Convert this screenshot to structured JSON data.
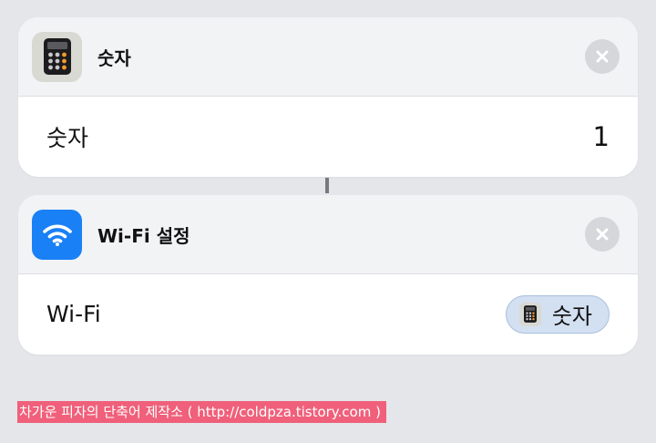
{
  "actions": [
    {
      "title": "숫자",
      "icon": "calculator-icon",
      "row": {
        "label": "숫자",
        "value": "1"
      }
    },
    {
      "title": "Wi-Fi 설정",
      "icon": "wifi-icon",
      "row": {
        "label": "Wi-Fi",
        "variable": {
          "label": "숫자",
          "icon": "calculator-icon"
        }
      }
    }
  ],
  "watermark": "차가운 피자의 단축어 제작소 ( http://coldpza.tistory.com )",
  "colors": {
    "background": "#e4e6ea",
    "card": "#ffffff",
    "header": "#f2f3f5",
    "wifi_app": "#1a80f5",
    "calculator_app": "#d9d9d4",
    "variable_pill": "#d3e0f2",
    "watermark": "#f0607a"
  }
}
